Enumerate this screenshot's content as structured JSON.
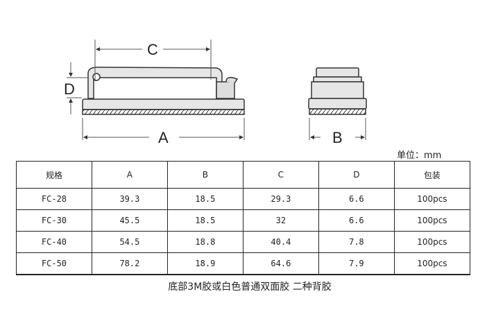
{
  "drawing": {
    "labels": {
      "a": "A",
      "b": "B",
      "c": "C",
      "d": "D"
    }
  },
  "unit_label": "单位：mm",
  "table": {
    "headers": [
      "规格",
      "A",
      "B",
      "C",
      "D",
      "包装"
    ],
    "rows": [
      [
        "FC-28",
        "39.3",
        "18.5",
        "29.3",
        "6.6",
        "100pcs"
      ],
      [
        "FC-30",
        "45.5",
        "18.5",
        "32",
        "6.6",
        "100pcs"
      ],
      [
        "FC-40",
        "54.5",
        "18.8",
        "40.4",
        "7.8",
        "100pcs"
      ],
      [
        "FC-50",
        "78.2",
        "18.9",
        "64.6",
        "7.9",
        "100pcs"
      ]
    ]
  },
  "caption": "底部3M胶或白色普通双面胶 二种背胶"
}
